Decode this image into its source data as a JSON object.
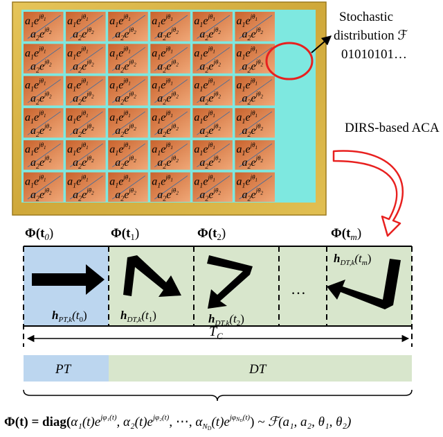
{
  "annotations": {
    "stochastic_line1": "Stochastic",
    "stochastic_line2": "distribution ℱ",
    "stochastic_line3": "01010101…",
    "dirs_aca": "DIRS-based ACA"
  },
  "cell": {
    "a1": "a",
    "a1_sub": "1",
    "a2": "a",
    "a2_sub": "2",
    "exp_base": "e",
    "exp1": "jθ",
    "exp1_sub": "1",
    "exp2": "jθ",
    "exp2_sub": "2"
  },
  "grid": {
    "rows": 6,
    "cols": 6
  },
  "time_labels": [
    {
      "main": "Φ(t",
      "sub": "0",
      "close": ")"
    },
    {
      "main": "Φ(t",
      "sub": "1",
      "close": ")"
    },
    {
      "main": "Φ(t",
      "sub": "2",
      "close": ")"
    },
    {
      "main": "Φ(t",
      "sub": "m",
      "close": ")"
    }
  ],
  "channel_labels": [
    {
      "h": "h",
      "sub": "PT,k",
      "arg": "(t",
      "argsub": "0",
      "close": ")"
    },
    {
      "h": "h",
      "sub": "DT,k",
      "arg": "(t",
      "argsub": "1",
      "close": ")"
    },
    {
      "h": "h",
      "sub": "DT,k",
      "arg": "(t",
      "argsub": "2",
      "close": ")"
    },
    {
      "h": "h",
      "sub": "DT,k",
      "arg": "(t",
      "argsub": "m",
      "close": ")"
    }
  ],
  "ellipsis": "…",
  "tc_label": "T",
  "tc_sub": "C",
  "pt_label": "PT",
  "dt_label": "DT",
  "formula": {
    "lhs": "Φ(t) = diag(",
    "term1": "α₁(t)e",
    "term1_exp": "jφ₁(t)",
    "term2": ", α₂(t)e",
    "term2_exp": "jφ₂(t)",
    "dots": ", ⋯, ",
    "term3": "α",
    "term3_sub": "N",
    "term3_subsub": "D",
    "term3_rest": "(t)e",
    "term3_exp": "jφ",
    "term3_exp_sub": "N",
    "term3_exp_subsub": "D",
    "term3_exp_rest": "(t)",
    "close": ")",
    "rhs": " ~ ℱ(a₁, a₂, θ₁, θ₂)"
  },
  "colors": {
    "frame_gold": "#d4b243",
    "cell_orange": "#d9773f",
    "cell_light": "#e89a63",
    "grid_cyan": "#7ee8e0",
    "highlight_red": "#e8201f",
    "pt_blue": "#bcd6ef",
    "dt_green": "#d8e6cc"
  }
}
